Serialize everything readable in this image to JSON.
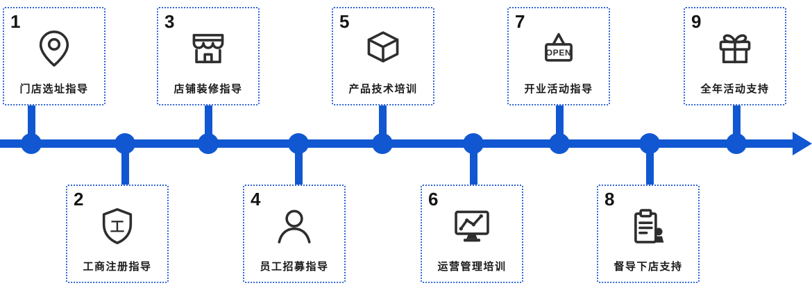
{
  "diagram": {
    "accent_color": "#1157d2",
    "icon_color": "#2e2e2e",
    "steps": [
      {
        "number": "1",
        "label": "门店选址指导",
        "icon": "location-pin-icon",
        "position": "top"
      },
      {
        "number": "2",
        "label": "工商注册指导",
        "icon": "shield-icon",
        "icon_text": "工",
        "position": "bottom"
      },
      {
        "number": "3",
        "label": "店铺装修指导",
        "icon": "storefront-icon",
        "position": "top"
      },
      {
        "number": "4",
        "label": "员工招募指导",
        "icon": "person-icon",
        "position": "bottom"
      },
      {
        "number": "5",
        "label": "产品技术培训",
        "icon": "cube-icon",
        "position": "top"
      },
      {
        "number": "6",
        "label": "运营管理培训",
        "icon": "monitor-chart-icon",
        "position": "bottom"
      },
      {
        "number": "7",
        "label": "开业活动指导",
        "icon": "open-sign-icon",
        "icon_text": "OPEN",
        "position": "top"
      },
      {
        "number": "8",
        "label": "督导下店支持",
        "icon": "clipboard-stamp-icon",
        "position": "bottom"
      },
      {
        "number": "9",
        "label": "全年活动支持",
        "icon": "gift-icon",
        "position": "top"
      }
    ]
  }
}
